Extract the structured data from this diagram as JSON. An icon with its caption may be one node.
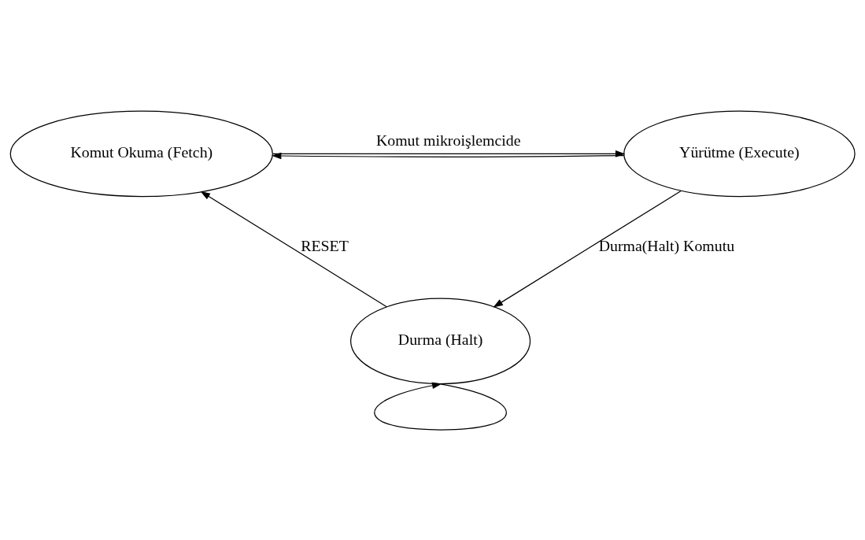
{
  "diagram": {
    "nodes": [
      {
        "text": [
          "Komut Okuma (Fetch)"
        ]
      },
      {
        "text": [
          "Yürütme (Execute)"
        ]
      },
      {
        "text": [
          "Durma (Halt)"
        ]
      }
    ],
    "edges": [
      {
        "from": 0,
        "to": 1,
        "arrow": "to",
        "label": "Komut mikroişlemcide"
      },
      {
        "from": 1,
        "to": 0,
        "arrow": "to"
      },
      {
        "from": 1,
        "to": 2,
        "arrow": "to",
        "label": "Durma(Halt) Komutu"
      },
      {
        "from": 2,
        "to": 0,
        "arrow": "to",
        "label": "RESET"
      },
      {
        "from": 2,
        "to": 2,
        "arrow": "to"
      }
    ]
  }
}
